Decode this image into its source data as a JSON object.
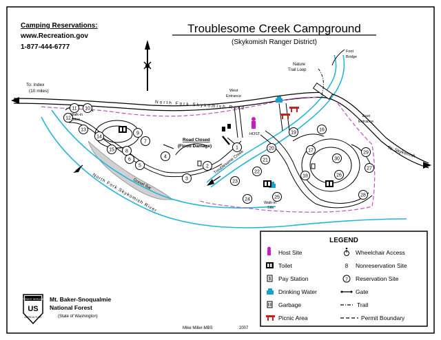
{
  "header": {
    "reservations_title": "Camping Reservations:",
    "reservations_url": "www.Recreation.gov",
    "reservations_phone": "1-877-444-6777",
    "title": "Troublesome Creek Campground",
    "subtitle": "(Skykomish Ranger District)"
  },
  "map_labels": {
    "to_index": "To: Index",
    "to_index_distance": "(10 miles)",
    "road_name": "North Fork Skykomish Road",
    "west_entrance_1": "West",
    "west_entrance_2": "Entrance",
    "east_entrance_1": "East",
    "east_entrance_2": "Entrance",
    "nature_trail_1": "Nature",
    "nature_trail_2": "Trail Loop",
    "foot_bridge_1": "Foot",
    "foot_bridge_2": "Bridge",
    "to_skykomish": "To: Skykomish",
    "road_closed_1": "Road Closed",
    "road_closed_2": "(Flood Damage)",
    "creek_name": "Troublesome Creek",
    "river_name": "North Fork Skykomish River",
    "gravel_bar": "Gravel Bar",
    "walk_in_1": "Walk-in",
    "walk_in_2": "Sites",
    "walk_in_site_1": "Walk-in",
    "walk_in_site_2": "Site",
    "host": "HOST"
  },
  "sites": [
    {
      "n": "1"
    },
    {
      "n": "2"
    },
    {
      "n": "3"
    },
    {
      "n": "4"
    },
    {
      "n": "5"
    },
    {
      "n": "6"
    },
    {
      "n": "7"
    },
    {
      "n": "8"
    },
    {
      "n": "9"
    },
    {
      "n": "10"
    },
    {
      "n": "11"
    },
    {
      "n": "12"
    },
    {
      "n": "13"
    },
    {
      "n": "14"
    },
    {
      "n": "15"
    },
    {
      "n": "16"
    },
    {
      "n": "17"
    },
    {
      "n": "18"
    },
    {
      "n": "19"
    },
    {
      "n": "20"
    },
    {
      "n": "21"
    },
    {
      "n": "22"
    },
    {
      "n": "23"
    },
    {
      "n": "24"
    },
    {
      "n": "25"
    },
    {
      "n": "26"
    },
    {
      "n": "27"
    },
    {
      "n": "28"
    },
    {
      "n": "29"
    },
    {
      "n": "30"
    }
  ],
  "legend": {
    "title": "LEGEND",
    "items": [
      {
        "label": "Host Site",
        "icon": "host-icon",
        "color": "#c020c0"
      },
      {
        "label": "Toilet",
        "icon": "toilet-icon",
        "color": "#000000"
      },
      {
        "label": "Pay Station",
        "icon": "pay-station-icon",
        "color": "#000000"
      },
      {
        "label": "Drinking Water",
        "icon": "water-icon",
        "color": "#1aa0c8"
      },
      {
        "label": "Garbage",
        "icon": "garbage-icon",
        "color": "#000000"
      },
      {
        "label": "Picnic Area",
        "icon": "picnic-icon",
        "color": "#c8201a"
      },
      {
        "label": "Wheelchair Access",
        "icon": "wheelchair-icon",
        "color": "#000000"
      },
      {
        "label": "Nonreservation Site",
        "icon": "nonreservation-icon",
        "color": "#000000"
      },
      {
        "label": "Reservation Site",
        "icon": "reservation-icon",
        "color": "#000000"
      },
      {
        "label": "Gate",
        "icon": "gate-icon",
        "color": "#000000"
      },
      {
        "label": "Trail",
        "icon": "trail-icon",
        "color": "#000000"
      },
      {
        "label": "Permit Boundary",
        "icon": "boundary-icon",
        "color": "#000000"
      }
    ]
  },
  "footer": {
    "forest_1": "Mt. Baker-Snoqualmie",
    "forest_2": "National Forest",
    "forest_3": "(State of Washington)",
    "credit": "Mike Miller-MBS",
    "year": "2007",
    "shield_us": "US",
    "shield_top": "FOREST SERVICE",
    "shield_bottom": "AGRICULTURE"
  },
  "colors": {
    "water": "#23b5d8",
    "boundary": "#c050c0",
    "gravel": "#d0d0d0",
    "picnic": "#c8201a"
  }
}
